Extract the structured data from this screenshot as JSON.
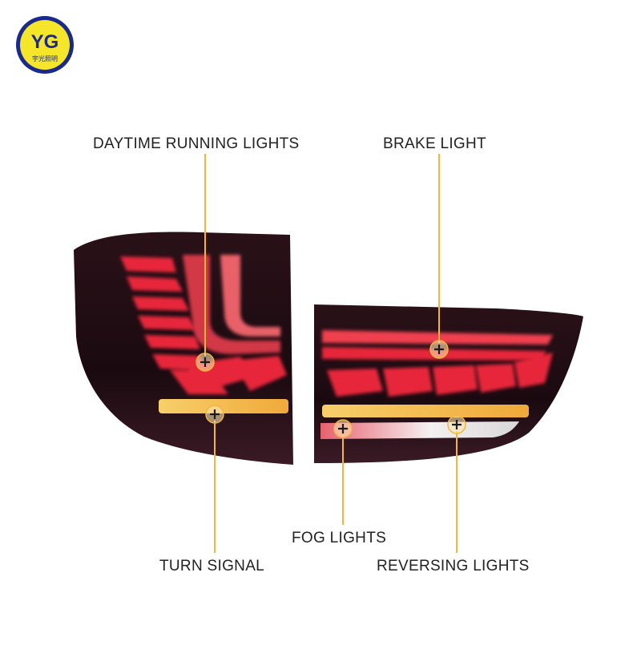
{
  "brand": {
    "logo_letters": "YG",
    "logo_text": "宇光照明",
    "logo_ring_color": "#1a2a8c",
    "logo_fill_color": "#f6e62a"
  },
  "labels": {
    "daytime_running_lights": "DAYTIME RUNNING LIGHTS",
    "brake_light": "BRAKE LIGHT",
    "fog_lights": "FOG LIGHTS",
    "turn_signal": "TURN SIGNAL",
    "reversing_lights": "REVERSING LIGHTS"
  },
  "colors": {
    "callout_line": "#f2b63a",
    "lamp_red": "#e8283a",
    "lamp_amber": "#f5c04a",
    "housing": "#1e0d14"
  }
}
